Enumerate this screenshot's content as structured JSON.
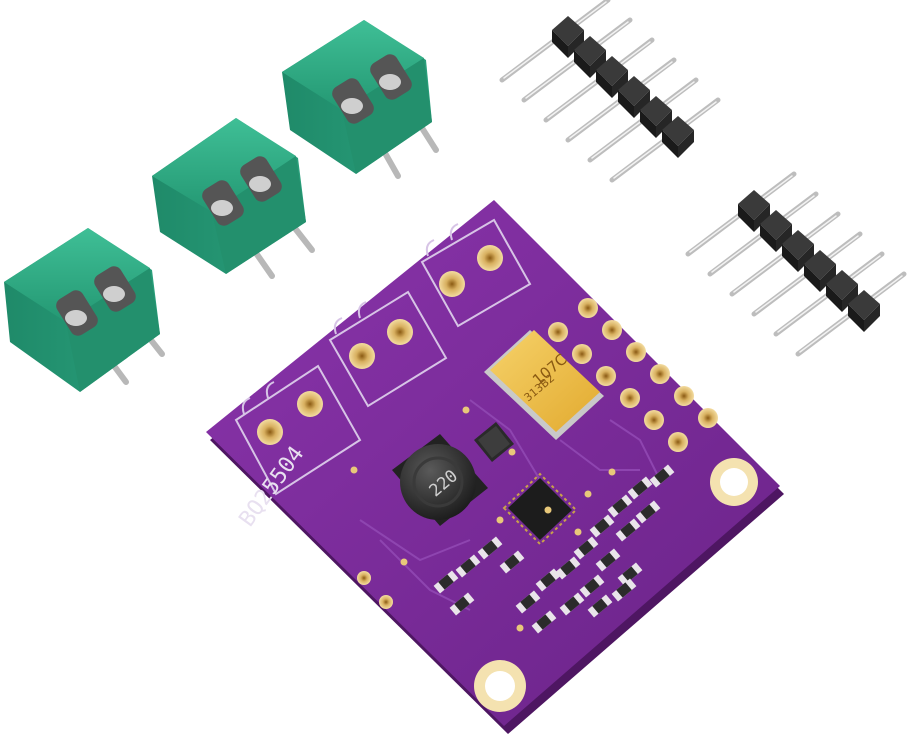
{
  "scene": {
    "description_tag": "product-photo",
    "background_color": "#ffffff"
  },
  "board": {
    "silkscreen_label": "BQ25504",
    "pcb_color": "#7a2a9a",
    "inductor_marking": "220",
    "capacitor_marking_line1": "107C",
    "capacitor_marking_line2": "313B2"
  },
  "parts": {
    "terminal_block_color": "#2fa882",
    "terminal_blocks": [
      {
        "id": "terminal-block-1"
      },
      {
        "id": "terminal-block-2"
      },
      {
        "id": "terminal-block-3"
      }
    ],
    "pin_headers": [
      {
        "id": "pin-header-1",
        "pins": 6
      },
      {
        "id": "pin-header-2",
        "pins": 6
      }
    ]
  }
}
